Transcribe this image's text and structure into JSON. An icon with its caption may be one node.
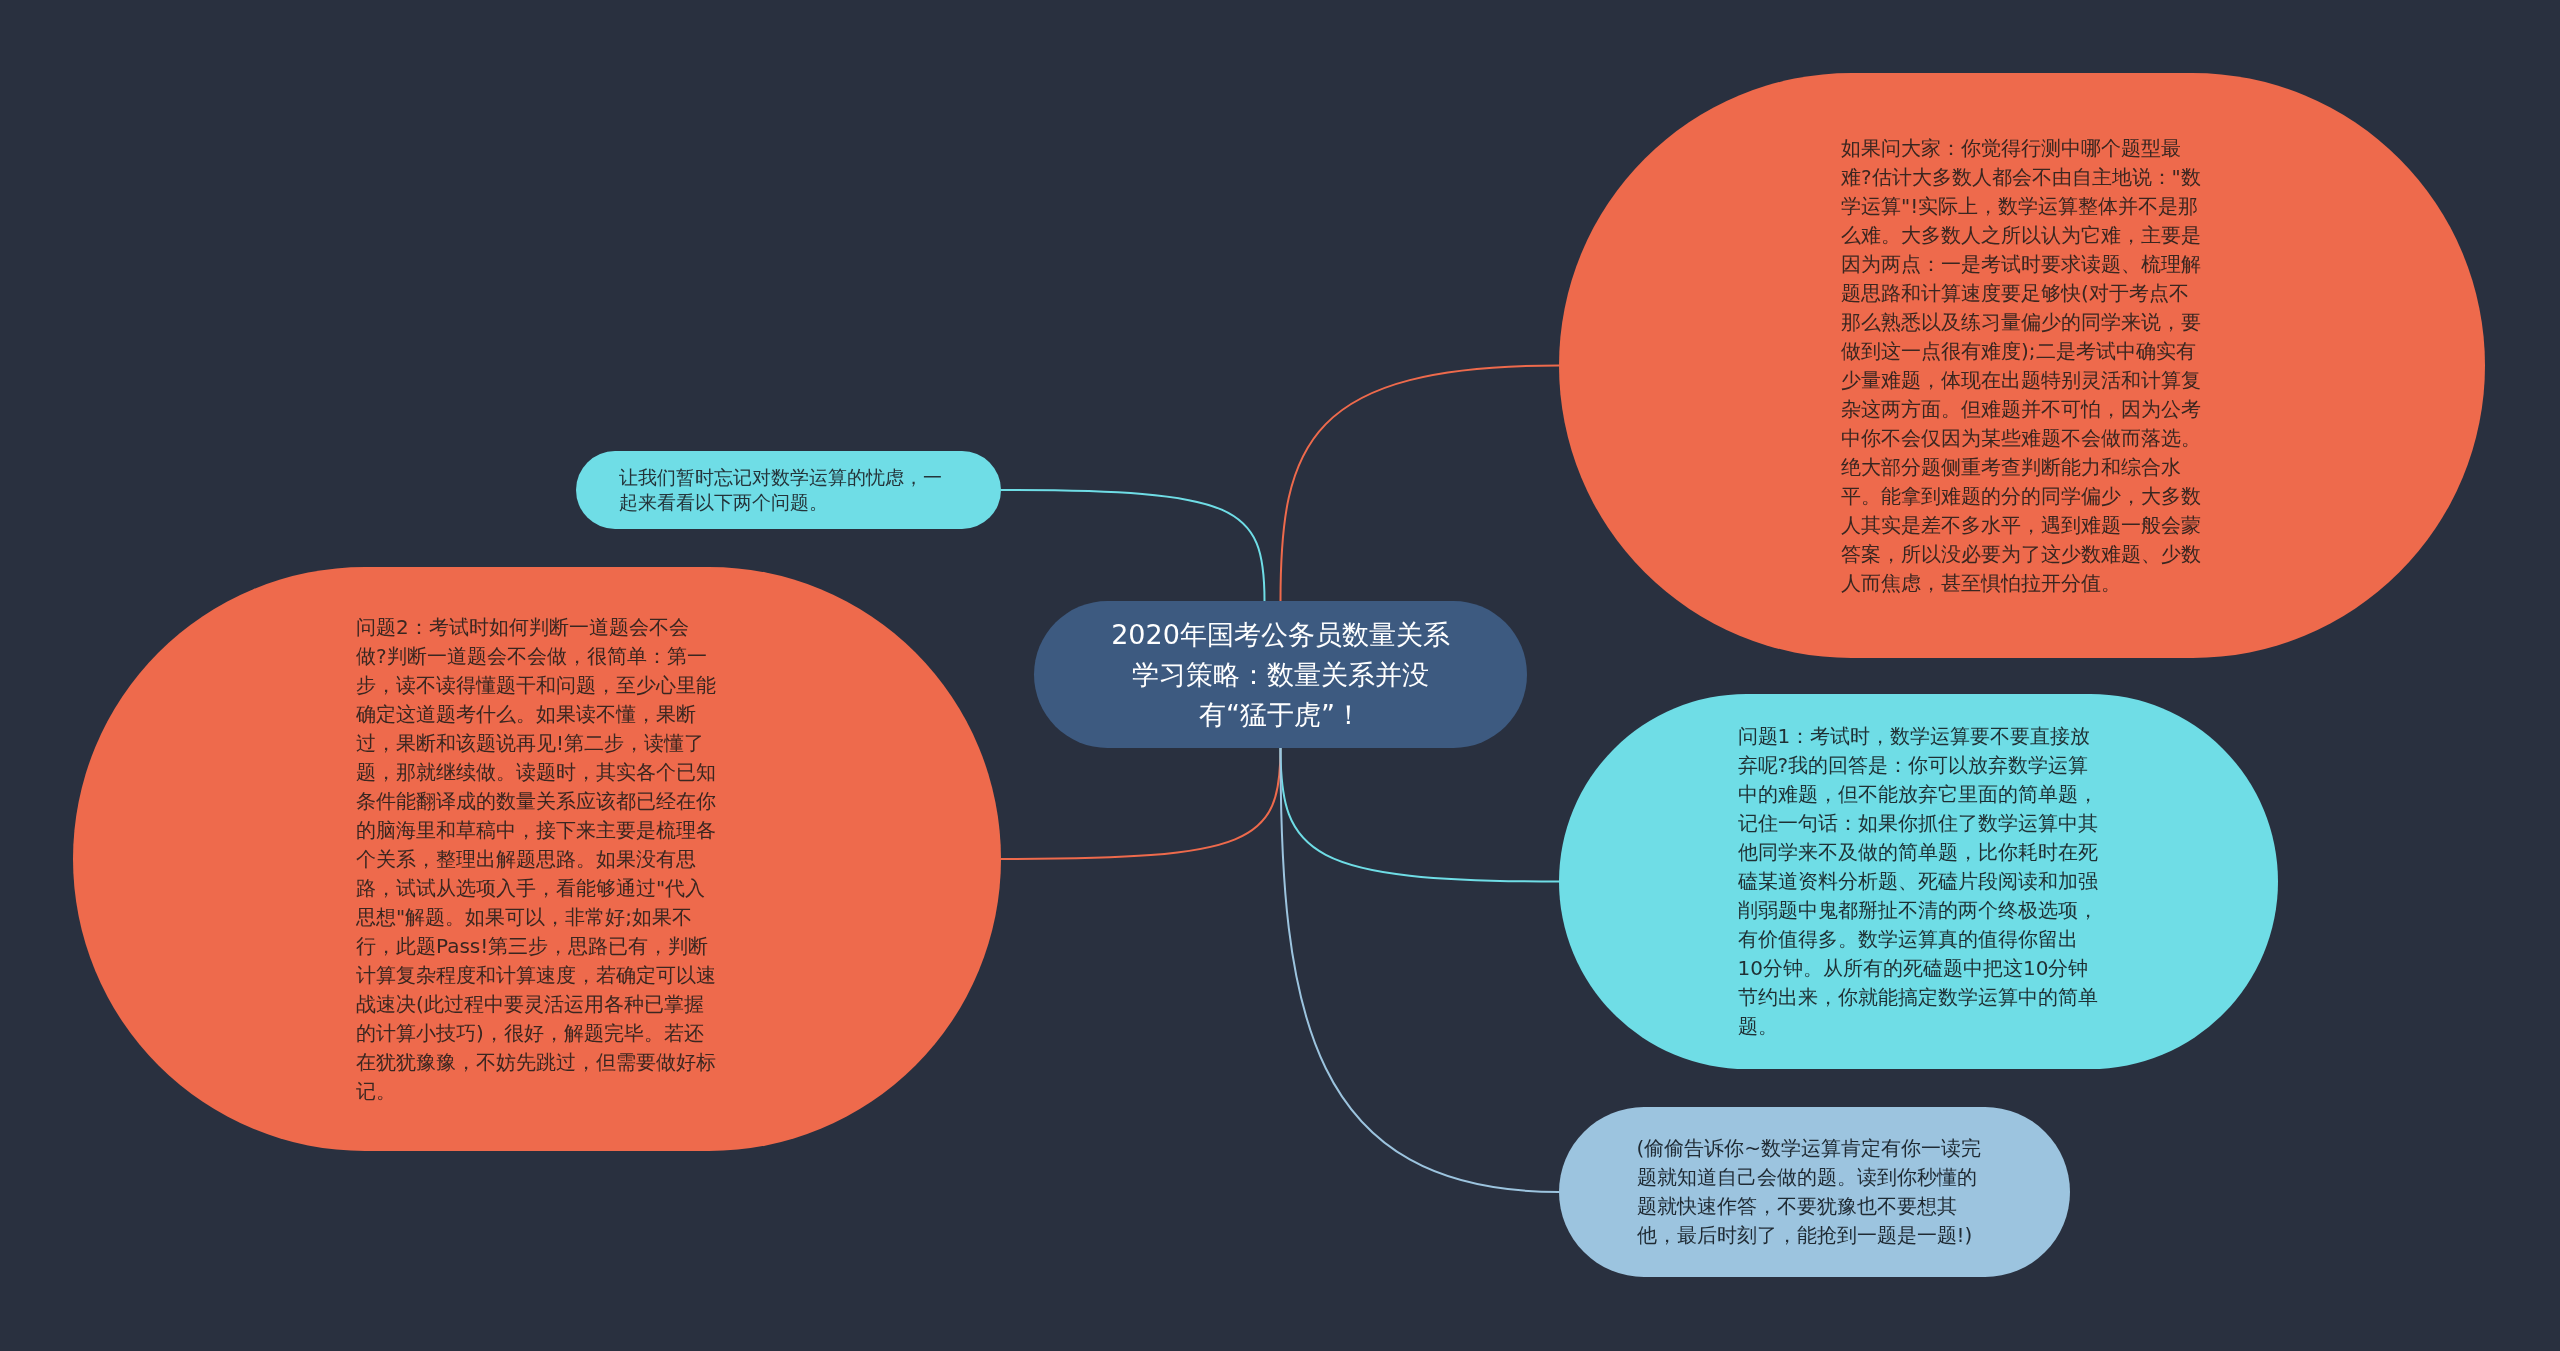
{
  "diagram": {
    "nodes": [
      {
        "text": [
          "2020年国考公务员数量关系学习策略：数量关系并没有“猛于虎”！"
        ]
      },
      {
        "text": [
          "让我们暂时忘记对数学运算的忧虑，一起来看看以下两个问题。"
        ]
      },
      {
        "text": [
          "问题2：考试时如何判断一道题会不会做?判断一道题会不会做，很简单：第一步，读不读得懂题干和问题，至少心里能确定这道题考什么。如果读不懂，果断过，果断和该题说再见!第二步，读懂了题，那就继续做。读题时，其实各个已知条件能翻译成的数量关系应该都已经在你的脑海里和草稿中，接下来主要是梳理各个关系，整理出解题思路。如果没有思路，试试从选项入手，看能够通过\"代入思想\"解题。如果可以，非常好;如果不行，此题Pass!第三步，思路已有，判断计算复杂程度和计算速度，若确定可以速战速决(此过程中要灵活运用各种已掌握的计算小技巧)，很好，解题完毕。若还在犹犹豫豫，不妨先跳过，但需要做好标记。"
        ]
      },
      {
        "text": [
          "如果问大家：你觉得行测中哪个题型最难?估计大多数人都会不由自主地说：\"数学运算\"!实际上，数学运算整体并不是那么难。大多数人之所以认为它难，主要是因为两点：一是考试时要求读题、梳理解题思路和计算速度要足够快(对于考点不那么熟悉以及练习量偏少的同学来说，要做到这一点很有难度);二是考试中确实有少量难题，体现在出题特别灵活和计算复杂这两方面。但难题并不可怕，因为公考中你不会仅因为某些难题不会做而落选。绝大部分题侧重考查判断能力和综合水平。能拿到难题的分的同学偏少，大多数人其实是差不多水平，遇到难题一般会蒙答案，所以没必要为了这少数难题、少数人而焦虑，甚至惧怕拉开分值。"
        ]
      },
      {
        "text": [
          "问题1：考试时，数学运算要不要直接放弃呢?我的回答是：你可以放弃数学运算中的难题，但不能放弃它里面的简单题，记住一句话：如果你抓住了数学运算中其他同学来不及做的简单题，比你耗时在死磕某道资料分析题、死磕片段阅读和加强削弱题中鬼都掰扯不清的两个终极选项，有价值得多。数学运算真的值得你留出10分钟。从所有的死磕题中把这10分钟节约出来，你就能搞定数学运算中的简单题。"
        ]
      },
      {
        "text": [
          "(偷偷告诉你~数学运算肯定有你一读完题就知道自己会做的题。读到你秒懂的题就快速作答，不要犹豫也不要想其他，最后时刻了，能抢到一题是一题!)"
        ]
      }
    ],
    "edges": [
      {
        "from": 0,
        "to": 1,
        "arrow": "none",
        "color": "#6fdde6"
      },
      {
        "from": 0,
        "to": 2,
        "arrow": "none",
        "color": "#ee6a4c"
      },
      {
        "from": 0,
        "to": 3,
        "arrow": "none",
        "color": "#ee6a4c"
      },
      {
        "from": 0,
        "to": 4,
        "arrow": "none",
        "color": "#6fdde6"
      },
      {
        "from": 0,
        "to": 5,
        "arrow": "none",
        "color": "#9cc4df"
      }
    ]
  }
}
